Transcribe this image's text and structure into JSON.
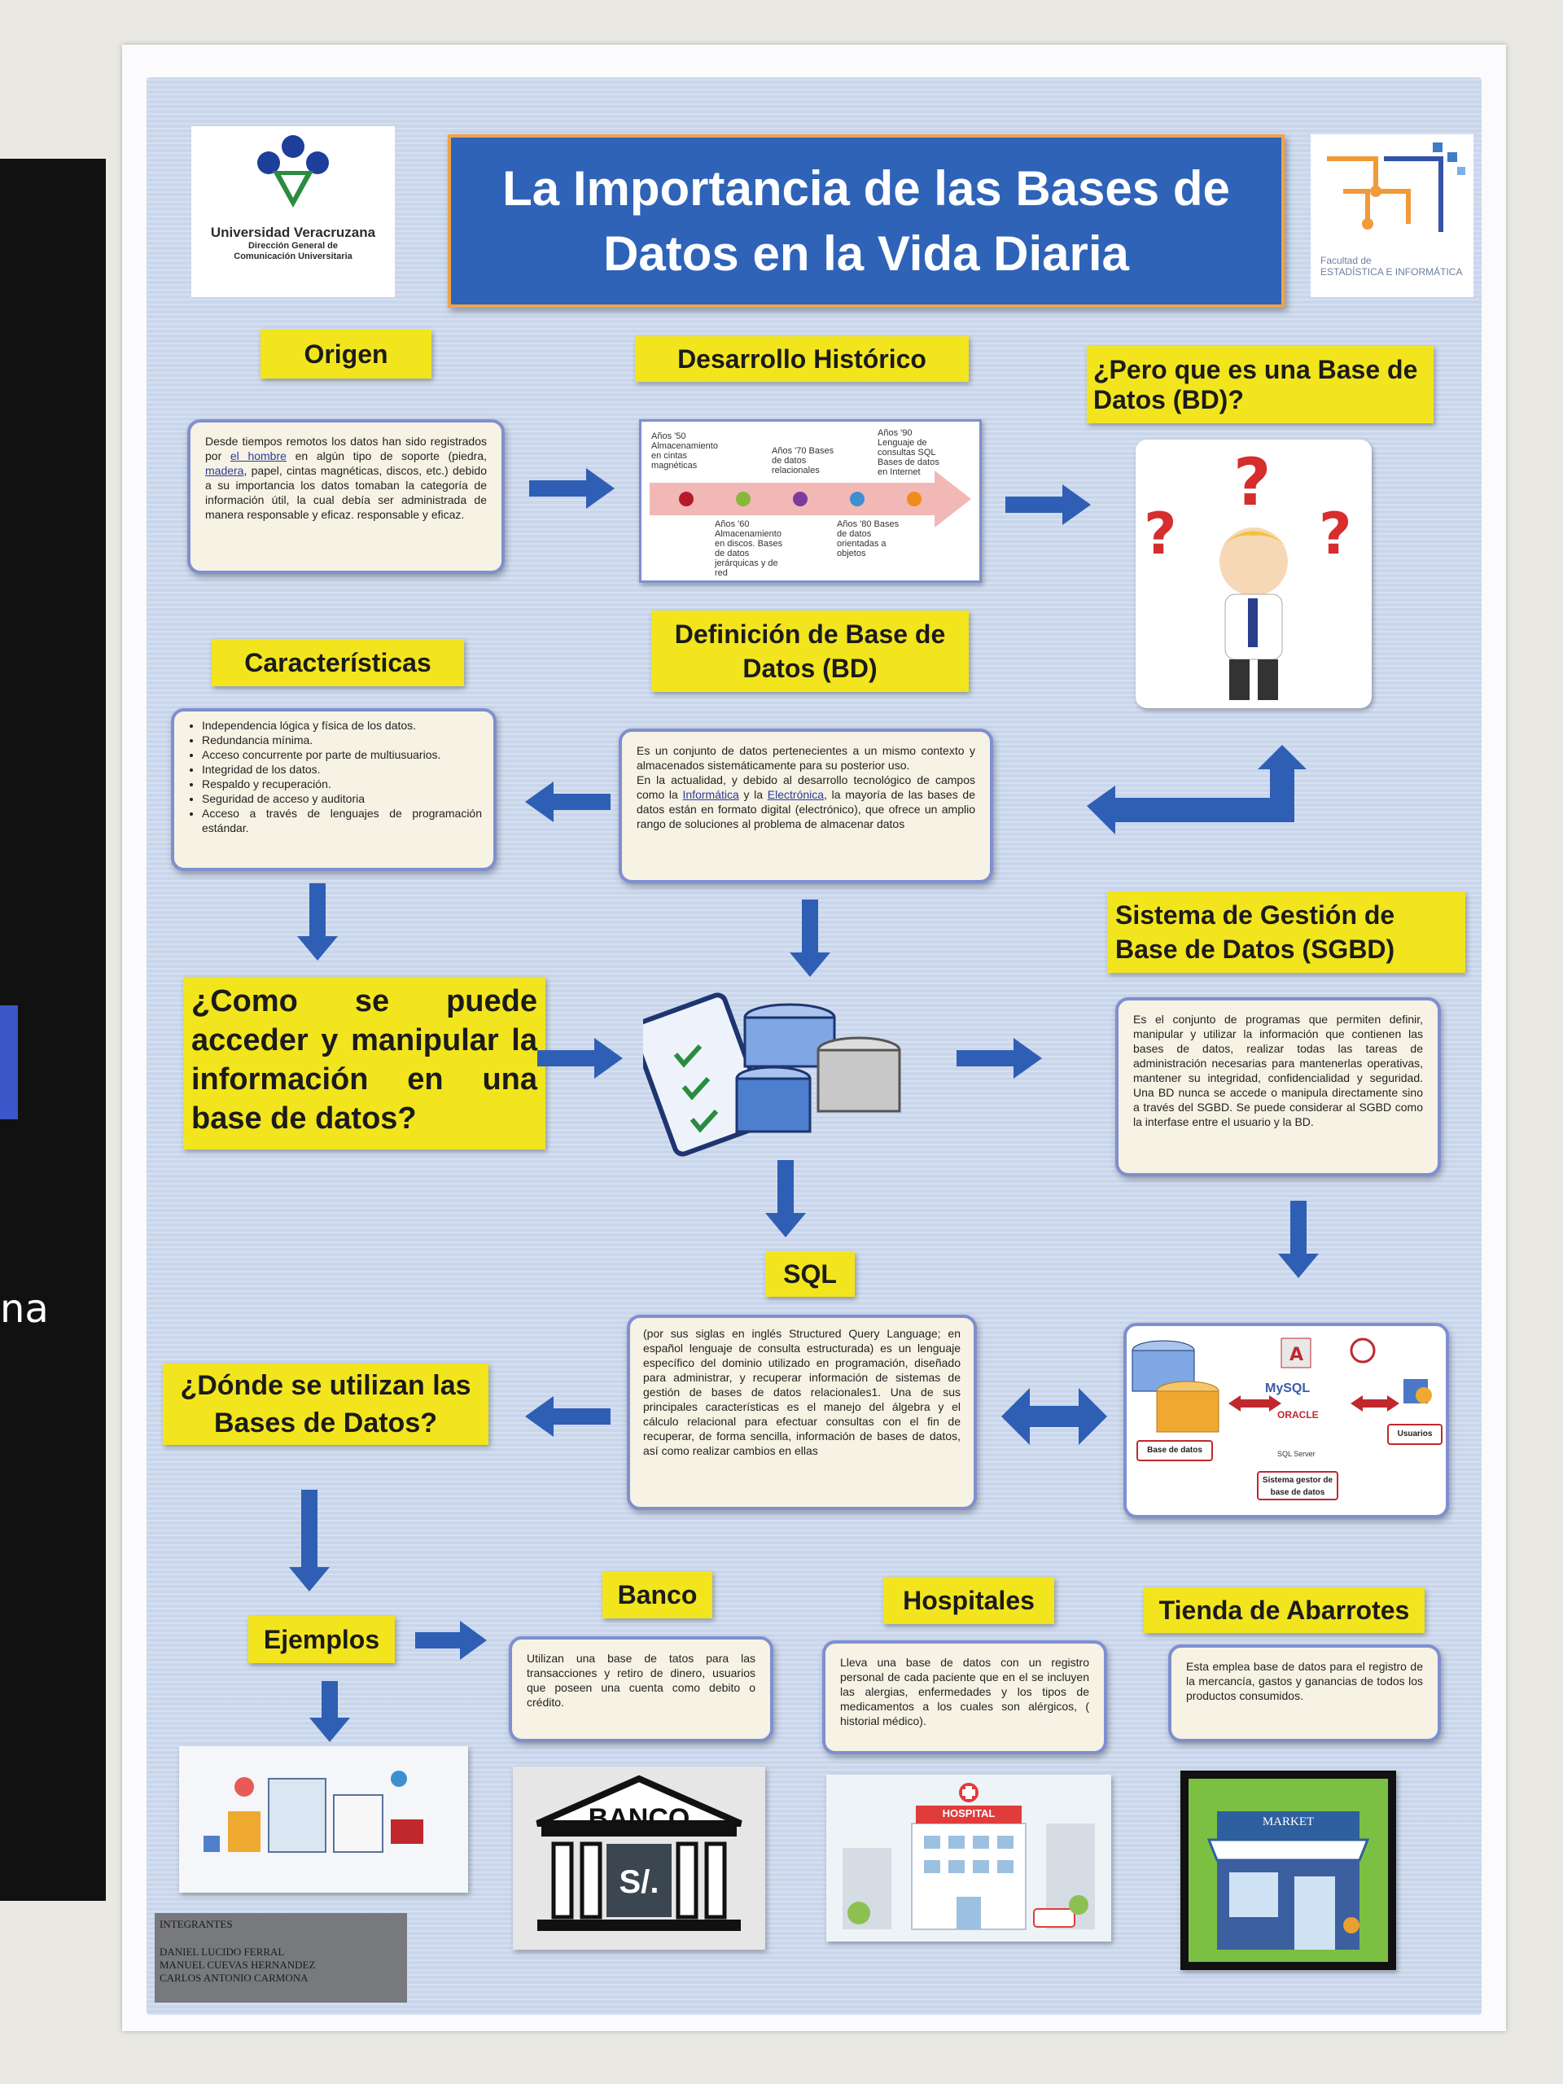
{
  "header": {
    "title_line1": "La Importancia de las Bases de",
    "title_line2": "Datos en la Vida Diaria",
    "university": "Universidad Veracruzana",
    "university_sub1": "Dirección General de",
    "university_sub2": "Comunicación Universitaria",
    "faculty_line1": "Facultad de",
    "faculty_line2": "ESTADÍSTICA E INFORMÁTICA"
  },
  "sections": {
    "origen": {
      "label": "Origen",
      "text_a": "Desde tiempos remotos los datos han sido registrados por ",
      "link_a": "el hombre",
      "text_b": " en algún tipo de soporte (piedra, ",
      "link_b": "madera",
      "text_c": ", papel, cintas magnéticas, discos, etc.) debido a su importancia los datos tomaban la categoría de información útil, la cual debía ser administrada de manera responsable y eficaz. responsable y eficaz."
    },
    "desarrollo": {
      "label": "Desarrollo Histórico",
      "t50": "Años '50 Almacenamiento en cintas magnéticas",
      "t70": "Años '70 Bases de datos relacionales",
      "t90": "Años '90 Lenguaje de consultas SQL Bases de datos en Internet",
      "t60": "Años '60 Almacenamiento en discos. Bases de datos jerárquicas y de red",
      "t80": "Años '80 Bases de datos orientadas a objetos"
    },
    "pregunta_bd": {
      "label": "¿Pero que es una Base de Datos (BD)?"
    },
    "caracteristicas": {
      "label": "Características",
      "items": [
        "Independencia lógica y física de los datos.",
        "Redundancia mínima.",
        "Acceso concurrente por parte de multiusuarios.",
        "Integridad de los datos.",
        "Respaldo y recuperación.",
        "Seguridad de acceso y auditoria",
        "Acceso a través de lenguajes de programación estándar."
      ]
    },
    "definicion": {
      "label": "Definición de Base de Datos (BD)",
      "p1": "Es un conjunto de datos pertenecientes a un mismo contexto y almacenados sistemáticamente para su posterior uso.",
      "p2_a": "En la actualidad, y debido al desarrollo tecnológico de campos como la ",
      "link1": "Informática",
      "p2_b": " y la ",
      "link2": "Electrónica",
      "p2_c": ", la mayoría de las bases de datos están en formato digital (electrónico), que ofrece un amplio rango de soluciones al problema de almacenar datos"
    },
    "sgbd": {
      "label": "Sistema de Gestión de Base de Datos (SGBD)",
      "text": "Es el conjunto de programas que permiten definir, manipular y utilizar la información que contienen las bases de datos, realizar todas las tareas de administración necesarias para mantenerlas operativas, mantener su integridad, confidencialidad y seguridad. Una BD nunca se accede o manipula directamente sino a través del SGBD. Se puede considerar al SGBD como la interfase entre el usuario y la BD."
    },
    "acceder": {
      "label": "¿Como se puede acceder y manipular la información en una base de datos?"
    },
    "sql": {
      "label": "SQL",
      "text": "(por sus siglas en inglés Structured Query Language; en español lenguaje de consulta estructurada) es un lenguaje específico del dominio utilizado en programación, diseñado para administrar, y recuperar información de sistemas de gestión de bases de datos relacionales1. Una de sus principales características es el manejo del álgebra y el cálculo relacional para efectuar consultas con el fin de recuperar, de forma sencilla, información de bases de datos, así como realizar cambios en ellas"
    },
    "donde": {
      "label": "¿Dónde se utilizan las Bases de Datos?"
    },
    "diagram": {
      "bd": "Base de datos",
      "usuarios": "Usuarios",
      "sistema": "Sistema gestor de base de datos",
      "mysql": "MySQL",
      "oracle": "ORACLE",
      "sqlserver": "SQL Server"
    },
    "ejemplos": {
      "label": "Ejemplos"
    },
    "banco": {
      "label": "Banco",
      "text": "Utilizan una base de tatos para las transacciones y retiro de dinero, usuarios que poseen una cuenta como debito o crédito.",
      "sign": "BANCO",
      "currency": "S/."
    },
    "hospitales": {
      "label": "Hospitales",
      "text": "Lleva una base de datos con un registro personal de cada paciente que en el se incluyen las alergias, enfermedades y los tipos de medicamentos a los cuales son alérgicos, ( historial médico).",
      "sign": "HOSPITAL"
    },
    "tienda": {
      "label": "Tienda de Abarrotes",
      "text": "Esta emplea base de datos para el registro de la mercancía, gastos y ganancias de todos los productos consumidos.",
      "sign": "MARKET"
    }
  },
  "integrantes": {
    "title": "INTEGRANTES",
    "members": [
      "DANIEL LUCIDO FERRAL",
      "MANUEL CUEVAS HERNANDEZ",
      "CARLOS ANTONIO CARMONA"
    ]
  },
  "side_poster": {
    "fragment": "na"
  },
  "colors": {
    "title_bg": "#2f63b8",
    "label_bg": "#f2e51e",
    "arrow": "#2f5fb5",
    "card_border": "#7f8fd0"
  }
}
